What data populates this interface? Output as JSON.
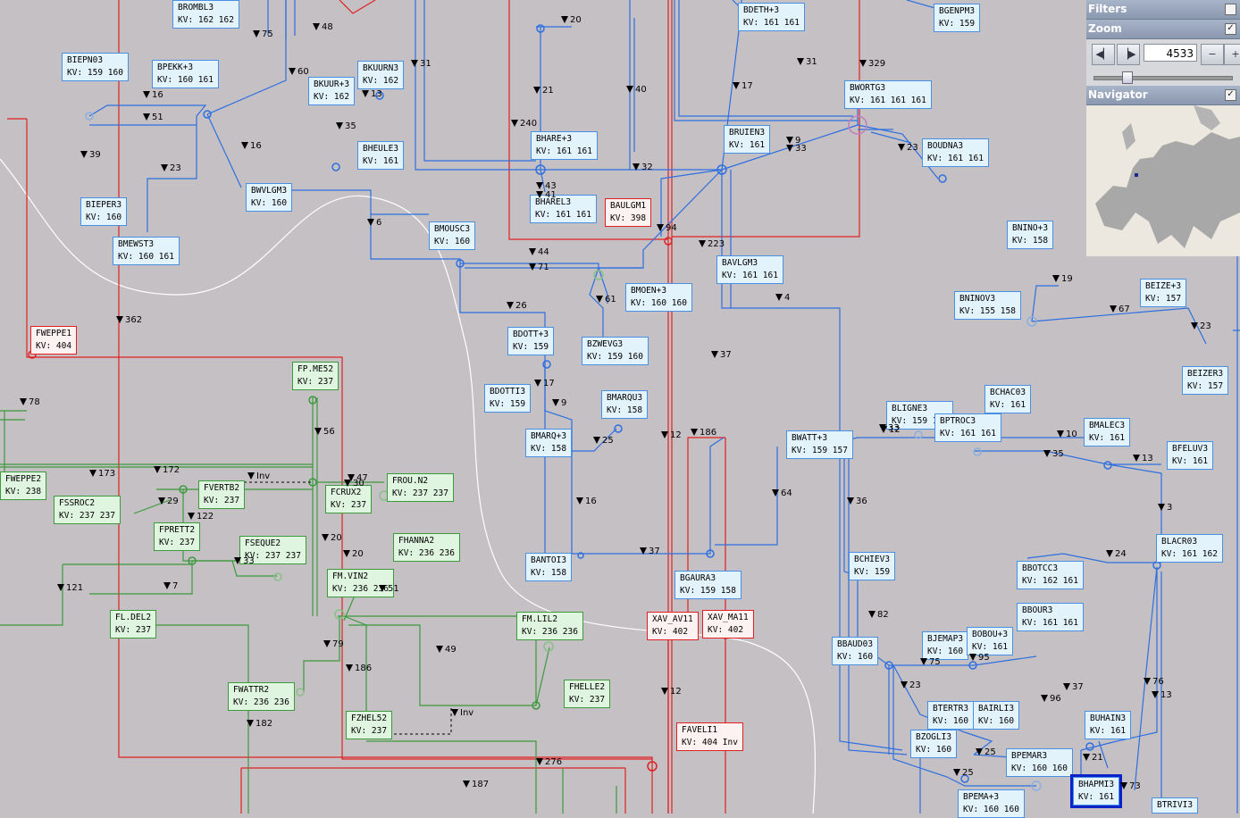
{
  "panel": {
    "filters_label": "Filters",
    "zoom_label": "Zoom",
    "zoom_value": "4533",
    "navigator_label": "Navigator",
    "zoom_checked": "✓",
    "nav_checked": "✓"
  },
  "substations": [
    {
      "name": "BROMBL3",
      "kv": "KV: 162 162"
    },
    {
      "name": "BIEPN03",
      "kv": "KV: 159 160"
    },
    {
      "name": "BPEKK+3",
      "kv": "KV: 160 161"
    },
    {
      "name": "BKUURN3",
      "kv": "KV: 162"
    },
    {
      "name": "BKUUR+3",
      "kv": "KV: 162"
    },
    {
      "name": "BHEULE3",
      "kv": "KV: 161"
    },
    {
      "name": "BWVLGM3",
      "kv": "KV: 160"
    },
    {
      "name": "BIEPER3",
      "kv": "KV: 160"
    },
    {
      "name": "BMEWST3",
      "kv": "KV: 160 161"
    },
    {
      "name": "BDETH+3",
      "kv": "KV: 161 161"
    },
    {
      "name": "BGENPM3",
      "kv": "KV: 159"
    },
    {
      "name": "BWORTG3",
      "kv": "KV: 161 161 161"
    },
    {
      "name": "BOUDNA3",
      "kv": "KV: 161 161"
    },
    {
      "name": "BHARE+3",
      "kv": "KV: 161 161"
    },
    {
      "name": "BHAREL3",
      "kv": "KV: 161 161"
    },
    {
      "name": "BRUIEN3",
      "kv": "KV: 161"
    },
    {
      "name": "BAULGM1",
      "kv": "KV: 398"
    },
    {
      "name": "BMOUSC3",
      "kv": "KV: 160"
    },
    {
      "name": "BAVLGM3",
      "kv": "KV: 161 161"
    },
    {
      "name": "BMOEN+3",
      "kv": "KV: 160 160"
    },
    {
      "name": "BZWEVG3",
      "kv": "KV: 159 160"
    },
    {
      "name": "BDOTT+3",
      "kv": "KV: 159"
    },
    {
      "name": "BDOTTI3",
      "kv": "KV: 159"
    },
    {
      "name": "BMARQU3",
      "kv": "KV: 158"
    },
    {
      "name": "BMARQ+3",
      "kv": "KV: 158"
    },
    {
      "name": "BANTOI3",
      "kv": "KV: 158"
    },
    {
      "name": "BGAURA3",
      "kv": "KV: 159 158"
    },
    {
      "name": "XAV_AV11",
      "kv": "KV: 402"
    },
    {
      "name": "XAV_MA11",
      "kv": "KV: 402"
    },
    {
      "name": "FAVELI1",
      "kv": "KV: 404 Inv"
    },
    {
      "name": "BNINO+3",
      "kv": "KV: 158"
    },
    {
      "name": "BNINOV3",
      "kv": "KV: 155 158"
    },
    {
      "name": "BEIZE+3",
      "kv": "KV: 157"
    },
    {
      "name": "BEIZER3",
      "kv": "KV: 157"
    },
    {
      "name": "BCHAC03",
      "kv": "KV: 161"
    },
    {
      "name": "BLIGNE3",
      "kv": "KV: 159 161"
    },
    {
      "name": "BPTROC3",
      "kv": "KV: 161 161"
    },
    {
      "name": "BMALEC3",
      "kv": "KV: 161"
    },
    {
      "name": "BFELUV3",
      "kv": "KV: 161"
    },
    {
      "name": "BWATT+3",
      "kv": "KV: 159 157"
    },
    {
      "name": "BCHIEV3",
      "kv": "KV: 159"
    },
    {
      "name": "BBOTCC3",
      "kv": "KV: 162 161"
    },
    {
      "name": "BLACR03",
      "kv": "KV: 161 162"
    },
    {
      "name": "BBOUR3",
      "kv": "KV: 161 161"
    },
    {
      "name": "BBAUD03",
      "kv": "KV: 160"
    },
    {
      "name": "BJEMAP3",
      "kv": "KV: 160"
    },
    {
      "name": "BOBOU+3",
      "kv": "KV: 161"
    },
    {
      "name": "BTERTR3",
      "kv": "KV: 160"
    },
    {
      "name": "BAIRLI3",
      "kv": "KV: 160"
    },
    {
      "name": "BUHAIN3",
      "kv": "KV: 161"
    },
    {
      "name": "BZOGLI3",
      "kv": "KV: 160"
    },
    {
      "name": "BPEMAR3",
      "kv": "KV: 160 160"
    },
    {
      "name": "BHAPMI3",
      "kv": "KV: 161"
    },
    {
      "name": "BTRIVI3",
      "kv": ""
    },
    {
      "name": "BPEMA+3",
      "kv": "KV: 160 160"
    },
    {
      "name": "FWEPPE1",
      "kv": "KV: 404"
    },
    {
      "name": "FP.ME52",
      "kv": "KV: 237"
    },
    {
      "name": "FWEPPE2",
      "kv": "KV: 238"
    },
    {
      "name": "FSSROC2",
      "kv": "KV: 237 237"
    },
    {
      "name": "FVERTB2",
      "kv": "KV: 237"
    },
    {
      "name": "FCRUX2",
      "kv": "KV: 237"
    },
    {
      "name": "FROU.N2",
      "kv": "KV: 237 237"
    },
    {
      "name": "FPRETT2",
      "kv": "KV: 237"
    },
    {
      "name": "FSEQUE2",
      "kv": "KV: 237 237"
    },
    {
      "name": "FHANNA2",
      "kv": "KV: 236 236"
    },
    {
      "name": "FM.VIN2",
      "kv": "KV: 236 236"
    },
    {
      "name": "FL.DEL2",
      "kv": "KV: 237"
    },
    {
      "name": "FM.LIL2",
      "kv": "KV: 236 236"
    },
    {
      "name": "FHELLE2",
      "kv": "KV: 237"
    },
    {
      "name": "FWATTR2",
      "kv": "KV: 236 236"
    },
    {
      "name": "FZHEL52",
      "kv": "KV: 237"
    }
  ],
  "flows": [
    "75",
    "48",
    "60",
    "16",
    "51",
    "39",
    "23",
    "16",
    "13",
    "35",
    "31",
    "20",
    "21",
    "40",
    "240",
    "32",
    "43",
    "41",
    "17",
    "31",
    "329",
    "23",
    "9",
    "33",
    "6",
    "94",
    "223",
    "44",
    "71",
    "61",
    "26",
    "4",
    "37",
    "17",
    "9",
    "25",
    "16",
    "12",
    "186",
    "64",
    "37",
    "35",
    "19",
    "67",
    "23",
    "10",
    "13",
    "33",
    "24",
    "3",
    "82",
    "36",
    "12",
    "75",
    "95",
    "23",
    "37",
    "96",
    "76",
    "13",
    "25",
    "25",
    "21",
    "73",
    "362",
    "78",
    "173",
    "172",
    "29",
    "122",
    "47",
    "30",
    "56",
    "Inv",
    "20",
    "33",
    "121",
    "7",
    "20",
    "51",
    "79",
    "49",
    "186",
    "182",
    "276",
    "187",
    "12",
    "Inv"
  ],
  "colors": {
    "hv400": "#e02020",
    "hv225": "#3c9a3c",
    "hv150": "#2e6fe0",
    "border": "#ffffff",
    "selection": "#0a22c8"
  }
}
